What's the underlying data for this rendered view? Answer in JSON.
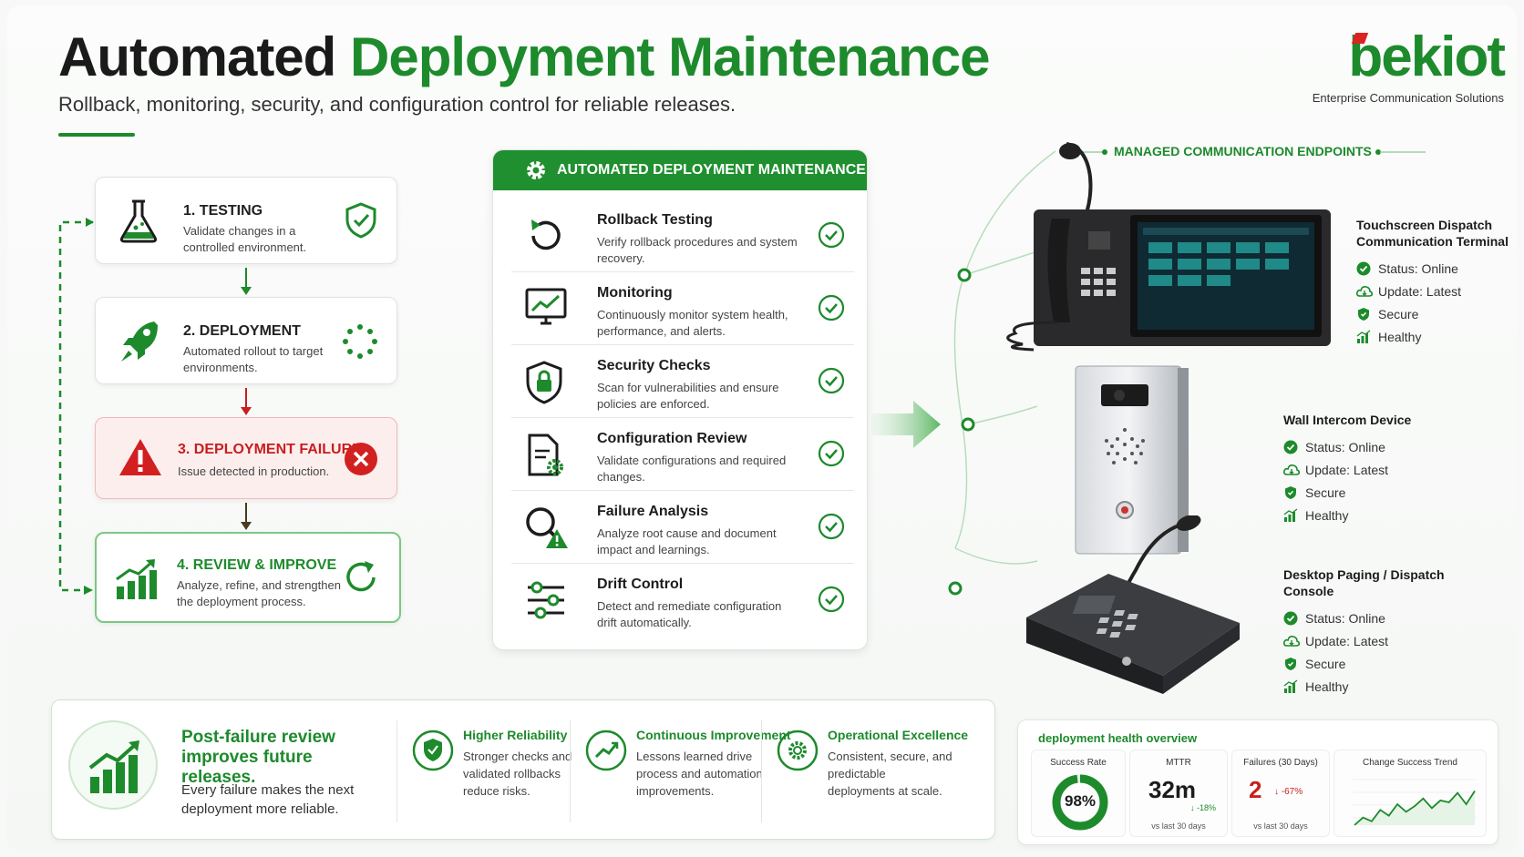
{
  "header": {
    "title_part1": "Automated",
    "title_part2": "Deployment Maintenance",
    "subtitle": "Rollback, monitoring, security, and configuration control for reliable releases."
  },
  "logo": {
    "word": "bekiot",
    "tagline": "Enterprise Communication Solutions"
  },
  "flow": {
    "steps": [
      {
        "title": "1. TESTING",
        "desc": "Validate changes in a controlled environment."
      },
      {
        "title": "2. DEPLOYMENT",
        "desc": "Automated rollout to target environments."
      },
      {
        "title": "3. DEPLOYMENT FAILURE",
        "desc": "Issue detected in production."
      },
      {
        "title": "4. REVIEW & IMPROVE",
        "desc": "Analyze, refine, and strengthen the deployment process."
      }
    ]
  },
  "panel": {
    "title": "AUTOMATED DEPLOYMENT MAINTENANCE",
    "items": [
      {
        "title": "Rollback Testing",
        "desc": "Verify rollback procedures and system recovery."
      },
      {
        "title": "Monitoring",
        "desc": "Continuously monitor system health, performance, and alerts."
      },
      {
        "title": "Security Checks",
        "desc": "Scan for vulnerabilities and ensure policies are enforced."
      },
      {
        "title": "Configuration Review",
        "desc": "Validate configurations and required changes."
      },
      {
        "title": "Failure Analysis",
        "desc": "Analyze root cause and document impact and learnings."
      },
      {
        "title": "Drift Control",
        "desc": "Detect and remediate configuration drift automatically."
      }
    ]
  },
  "endpoints": {
    "label": "MANAGED COMMUNICATION ENDPOINTS",
    "devices": [
      {
        "name": "Touchscreen Dispatch Communication Terminal",
        "status": "Status: Online",
        "update": "Update: Latest",
        "secure": "Secure",
        "healthy": "Healthy"
      },
      {
        "name": "Wall Intercom Device",
        "status": "Status: Online",
        "update": "Update: Latest",
        "secure": "Secure",
        "healthy": "Healthy"
      },
      {
        "name": "Desktop Paging / Dispatch Console",
        "status": "Status: Online",
        "update": "Update: Latest",
        "secure": "Secure",
        "healthy": "Healthy"
      }
    ]
  },
  "band": {
    "headline": "Post-failure review improves future releases.",
    "text": "Every failure makes the next deployment more reliable.",
    "columns": [
      {
        "title": "Higher Reliability",
        "desc": "Stronger checks and validated rollbacks reduce risks."
      },
      {
        "title": "Continuous Improvement",
        "desc": "Lessons learned drive process and automation improvements."
      },
      {
        "title": "Operational Excellence",
        "desc": "Consistent, secure, and predictable deployments at scale."
      }
    ]
  },
  "health": {
    "title": "deployment health overview",
    "success_label": "Success Rate",
    "success_value": "98%",
    "success_fraction": 0.98,
    "mttr_label": "MTTR",
    "mttr_value": "32m",
    "mttr_change": "-18%",
    "mttr_sub": "vs last 30 days",
    "failures_label": "Failures (30 Days)",
    "failures_value": "2",
    "failures_change": "-67%",
    "failures_sub": "vs last 30 days",
    "trend_label": "Change Success Trend",
    "trend_values": [
      30,
      38,
      34,
      46,
      40,
      52,
      44,
      50,
      58,
      48,
      56,
      54,
      64,
      52,
      66
    ]
  },
  "colors": {
    "brand_green": "#1d8a2c",
    "fail_red": "#c81e1e"
  }
}
